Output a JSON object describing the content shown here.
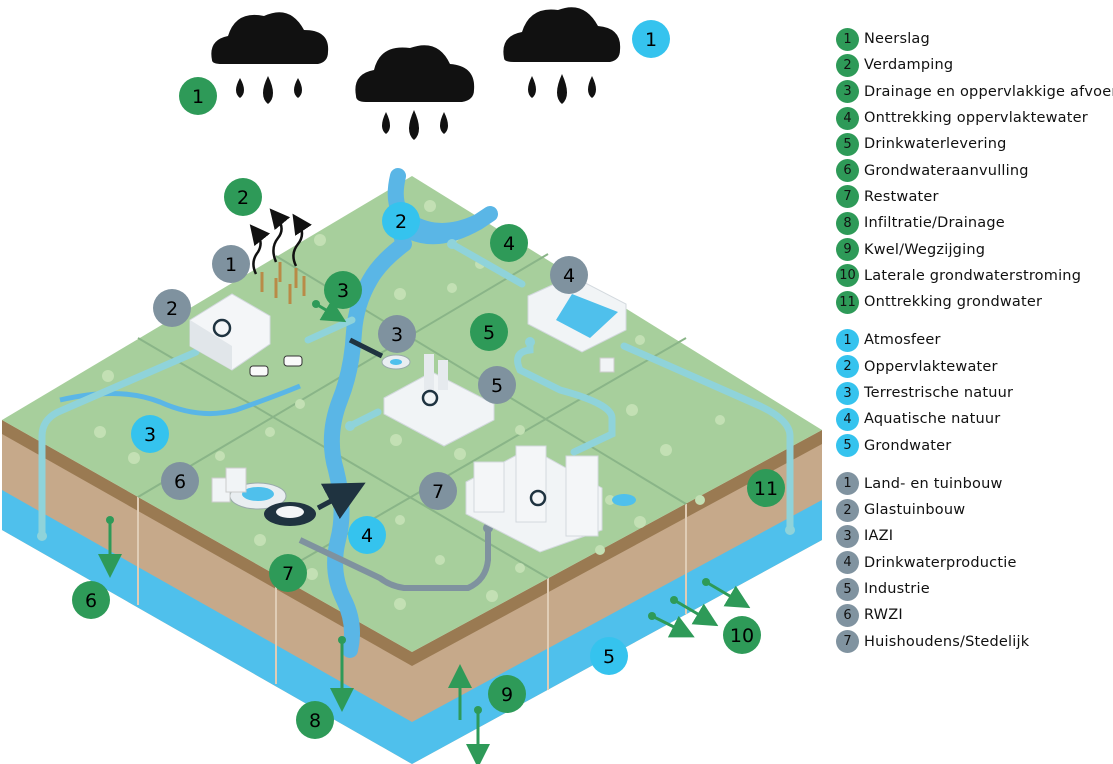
{
  "colors": {
    "green": "#2e9a58",
    "cyan": "#35c3ee",
    "slate": "#7f929f",
    "field": "#a7cf9c",
    "soil": "#c6a98a",
    "water": "#4fc0ec",
    "river": "#5ab6e6",
    "pipe": "#8fd3da",
    "dark_pipe": "#1f3340"
  },
  "legend": {
    "flows": [
      {
        "num": "1",
        "label": "Neerslag"
      },
      {
        "num": "2",
        "label": "Verdamping"
      },
      {
        "num": "3",
        "label": "Drainage en oppervlakkige afvoer"
      },
      {
        "num": "4",
        "label": "Onttrekking oppervlaktewater"
      },
      {
        "num": "5",
        "label": "Drinkwaterlevering"
      },
      {
        "num": "6",
        "label": "Grondwateraanvulling"
      },
      {
        "num": "7",
        "label": "Restwater"
      },
      {
        "num": "8",
        "label": "Infiltratie/Drainage"
      },
      {
        "num": "9",
        "label": "Kwel/Wegzijging"
      },
      {
        "num": "10",
        "label": "Laterale grondwaterstroming"
      },
      {
        "num": "11",
        "label": "Onttrekking grondwater"
      }
    ],
    "compartments": [
      {
        "num": "1",
        "label": "Atmosfeer"
      },
      {
        "num": "2",
        "label": "Oppervlaktewater"
      },
      {
        "num": "3",
        "label": "Terrestrische natuur"
      },
      {
        "num": "4",
        "label": "Aquatische natuur"
      },
      {
        "num": "5",
        "label": "Grondwater"
      }
    ],
    "sectors": [
      {
        "num": "1",
        "label": "Land- en tuinbouw"
      },
      {
        "num": "2",
        "label": "Glastuinbouw"
      },
      {
        "num": "3",
        "label": "IAZI"
      },
      {
        "num": "4",
        "label": "Drinkwaterproductie"
      },
      {
        "num": "5",
        "label": "Industrie"
      },
      {
        "num": "6",
        "label": "RWZI"
      },
      {
        "num": "7",
        "label": "Huishoudens/Stedelijk"
      }
    ]
  },
  "badges": {
    "flow_1": "1",
    "flow_2": "2",
    "flow_3": "3",
    "flow_4": "4",
    "flow_5": "5",
    "flow_6": "6",
    "flow_7": "7",
    "flow_8": "8",
    "flow_9": "9",
    "flow_10": "10",
    "flow_11": "11",
    "comp_1": "1",
    "comp_2": "2",
    "comp_3": "3",
    "comp_4": "4",
    "comp_5": "5",
    "sect_1": "1",
    "sect_2": "2",
    "sect_3": "3",
    "sect_4": "4",
    "sect_5": "5",
    "sect_6": "6",
    "sect_7": "7"
  }
}
